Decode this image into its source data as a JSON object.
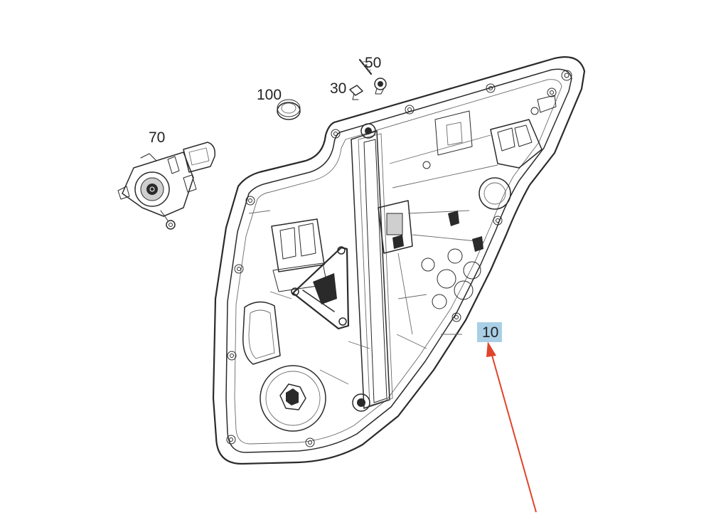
{
  "callouts": {
    "part_50": "50",
    "part_30": "30",
    "part_100": "100",
    "part_70": "70",
    "part_10": "10"
  },
  "colors": {
    "highlight": "#a9cfe6",
    "arrow": "#e0442c",
    "line": "#2a2a2a"
  },
  "icons": {
    "door_panel": "door-module-carrier-drawing",
    "motor": "window-motor-drawing",
    "plug": "round-plug-drawing",
    "screw": "screw-drawing",
    "clip": "clip-drawing"
  }
}
